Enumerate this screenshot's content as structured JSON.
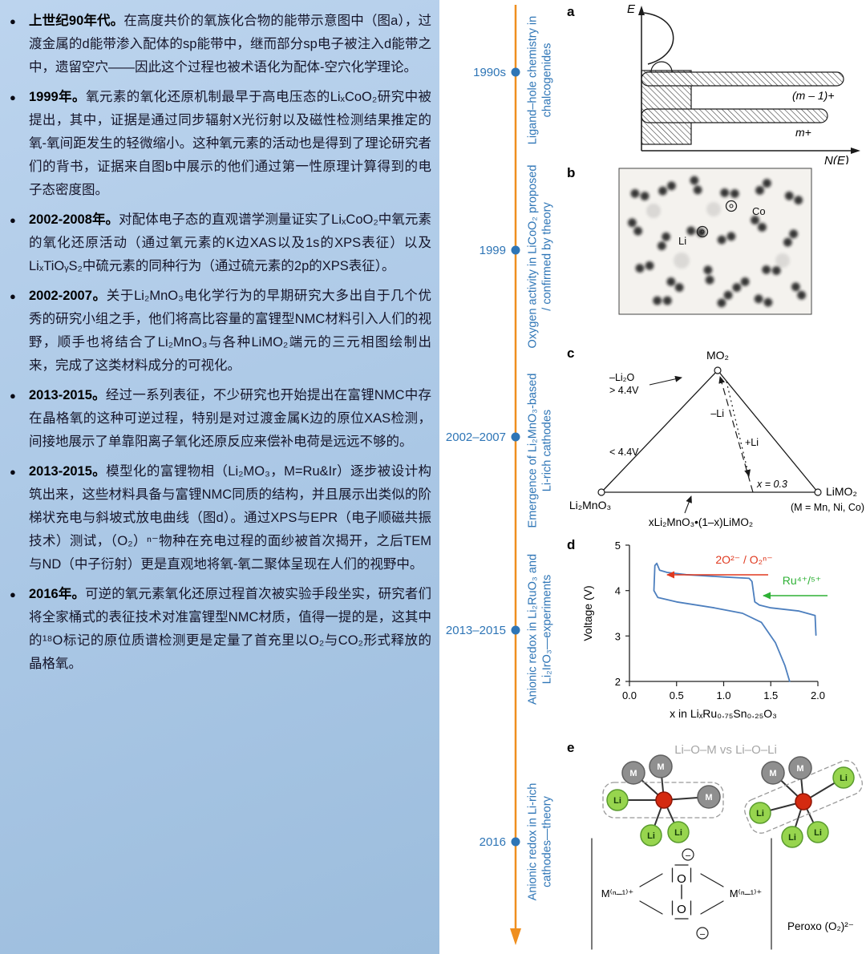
{
  "left_panel": {
    "bullets": [
      {
        "title": "上世纪90年代。",
        "body": "在高度共价的氧族化合物的能带示意图中（图a），过渡金属的d能带渗入配体的sp能带中，继而部分sp电子被注入d能带之中，遗留空穴——因此这个过程也被术语化为配体-空穴化学理论。"
      },
      {
        "title": "1999年。",
        "body": "氧元素的氧化还原机制最早于高电压态的LiₓCoO₂研究中被提出，其中，证据是通过同步辐射X光衍射以及磁性检测结果推定的氧-氧间距发生的轻微缩小。这种氧元素的活动也是得到了理论研究者们的背书，证据来自图b中展示的他们通过第一性原理计算得到的电子态密度图。"
      },
      {
        "title": "2002-2008年。",
        "body": "对配体电子态的直观谱学测量证实了LiₓCoO₂中氧元素的氧化还原活动（通过氧元素的K边XAS以及1s的XPS表征）以及LiₓTiOᵧS₂中硫元素的同种行为（通过硫元素的2p的XPS表征）。"
      },
      {
        "title": "2002-2007。",
        "body": "关于Li₂MnO₃电化学行为的早期研究大多出自于几个优秀的研究小组之手，他们将高比容量的富锂型NMC材料引入人们的视野，顺手也将结合了Li₂MnO₃与各种LiMO₂端元的三元相图绘制出来，完成了这类材料成分的可视化。"
      },
      {
        "title": "2013-2015。",
        "body": "经过一系列表征，不少研究也开始提出在富锂NMC中存在晶格氧的这种可逆过程，特别是对过渡金属K边的原位XAS检测，间接地展示了单靠阳离子氧化还原反应来偿补电荷是远远不够的。"
      },
      {
        "title": "2013-2015。",
        "body": "模型化的富锂物相（Li₂MO₃，M=Ru&Ir）逐步被设计构筑出来，这些材料具备与富锂NMC同质的结构，并且展示出类似的阶梯状充电与斜坡式放电曲线（图d）。通过XPS与EPR（电子顺磁共振技术）测试，（O₂）ⁿ⁻物种在充电过程的面纱被首次揭开，之后TEM与ND（中子衍射）更是直观地将氧-氧二聚体呈现在人们的视野中。"
      },
      {
        "title": "2016年。",
        "body": "可逆的氧元素氧化还原过程首次被实验手段坐实，研究者们将全家桶式的表征技术对准富锂型NMC材质，值得一提的是，这其中的¹⁸O标记的原位质谱检测更是定量了首充里以O₂与CO₂形式释放的晶格氧。"
      }
    ]
  },
  "timeline": {
    "color_line": "#ef8f1f",
    "color_text": "#2e75b6",
    "events": [
      {
        "date": "1990s",
        "label": "Ligand–hole chemistry in chalcogenides"
      },
      {
        "date": "1999",
        "label": "Oxygen activity in LiCoO₂ proposed / confirmed by theory"
      },
      {
        "date": "2002–2007",
        "label": "Emergence of Li₂MnO₃-based Li-rich cathodes"
      },
      {
        "date": "2013–2015",
        "label": "Anionic redox in Li₂RuO₃ and Li₂IrO₃—experiments"
      },
      {
        "date": "2016",
        "label": "Anionic redox in Li-rich cathodes—theory"
      }
    ]
  },
  "panels": {
    "a": {
      "letter": "a",
      "y_axis": "E",
      "x_axis": "N(E)",
      "band1": "(m – 1)+",
      "band2": "m+"
    },
    "b": {
      "letter": "b",
      "co": "Co",
      "li": "Li"
    },
    "c": {
      "letter": "c",
      "top_vertex": "MO₂",
      "left_vertex": "Li₂MnO₃",
      "right_vertex": "LiMO₂",
      "metals": "(M = Mn, Ni, Co)",
      "arrow1a": "–Li₂O",
      "arrow1b": "> 4.4V",
      "low_v": "< 4.4V",
      "minus_li": "–Li",
      "plus_li": "+Li",
      "x_point": "x = 0.3",
      "formula": "xLi₂MnO₃•(1–x)LiMO₂"
    },
    "d": {
      "letter": "d"
    },
    "e": {
      "letter": "e",
      "header": "Li–O–M vs Li–O–Li",
      "m_label": "M",
      "li_label": "Li",
      "o_label": "O",
      "mn_left": "M⁽ⁿ–¹⁾⁺",
      "mn_right": "M⁽ⁿ–¹⁾⁺",
      "minus": "–",
      "peroxo": "Peroxo (O₂)²⁻"
    }
  },
  "chart_data": {
    "type": "line",
    "panel": "d",
    "title": "",
    "xlabel": "x in LiₓRu₀.₇₅Sn₀.₂₅O₃",
    "ylabel": "Voltage (V)",
    "xlim": [
      0,
      2
    ],
    "ylim": [
      2,
      5
    ],
    "x_ticks": [
      "0.0",
      "0.5",
      "1.0",
      "1.5",
      "2.0"
    ],
    "y_ticks": [
      "2",
      "3",
      "4",
      "5"
    ],
    "grid": false,
    "annotations": [
      {
        "text": "2O²⁻ / O₂ⁿ⁻",
        "color": "#e0391f",
        "voltage": 4.55,
        "x_range": [
          0.3,
          1.25
        ]
      },
      {
        "text": "Ru⁴⁺/⁵⁺",
        "color": "#2eb135",
        "voltage": 4.0,
        "x_range": [
          1.4,
          2.0
        ]
      }
    ],
    "series": [
      {
        "name": "charge–discharge",
        "color": "#4d7fbe",
        "points": [
          [
            1.98,
            3.02
          ],
          [
            1.97,
            3.45
          ],
          [
            1.8,
            3.55
          ],
          [
            1.5,
            3.62
          ],
          [
            1.38,
            3.68
          ],
          [
            1.33,
            3.75
          ],
          [
            1.3,
            4.2
          ],
          [
            1.27,
            4.27
          ],
          [
            1.0,
            4.3
          ],
          [
            0.6,
            4.35
          ],
          [
            0.4,
            4.4
          ],
          [
            0.32,
            4.45
          ],
          [
            0.29,
            4.6
          ],
          [
            0.27,
            4.55
          ],
          [
            0.26,
            4.0
          ],
          [
            0.3,
            3.85
          ],
          [
            0.5,
            3.75
          ],
          [
            0.9,
            3.62
          ],
          [
            1.2,
            3.5
          ],
          [
            1.4,
            3.3
          ],
          [
            1.55,
            2.85
          ],
          [
            1.65,
            2.35
          ],
          [
            1.7,
            2.0
          ]
        ]
      }
    ]
  }
}
